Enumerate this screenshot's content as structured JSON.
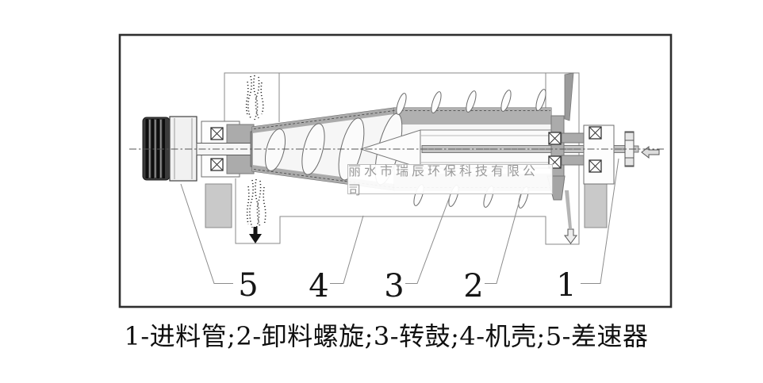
{
  "watermark": {
    "text": "丽水市瑞辰环保科技有限公司"
  },
  "caption": {
    "text": "1-进料管;2-卸料螺旋;3-转鼓;4-机壳;5-差速器"
  },
  "legend": [
    {
      "num": "1",
      "name": "进料管"
    },
    {
      "num": "2",
      "name": "卸料螺旋"
    },
    {
      "num": "3",
      "name": "转鼓"
    },
    {
      "num": "4",
      "name": "机壳"
    },
    {
      "num": "5",
      "name": "差速器"
    }
  ],
  "callouts": [
    {
      "label": "5"
    },
    {
      "label": "4"
    },
    {
      "label": "3"
    },
    {
      "label": "2"
    },
    {
      "label": "1"
    }
  ],
  "icons": {
    "solids_discharge": "solid-down-arrow",
    "liquid_discharge": "outline-down-arrow",
    "feed_direction": "outline-left-arrow",
    "bearing": "box-with-x"
  },
  "colors": {
    "frame_border": "#2e2e2e",
    "outline_gray": "#777777",
    "metal_gray": "#ababab",
    "support_gray": "#c9c9c9",
    "pulley_dark": "#2b2b2b",
    "watermark_text": "#9a9a9a",
    "text": "#101010"
  }
}
